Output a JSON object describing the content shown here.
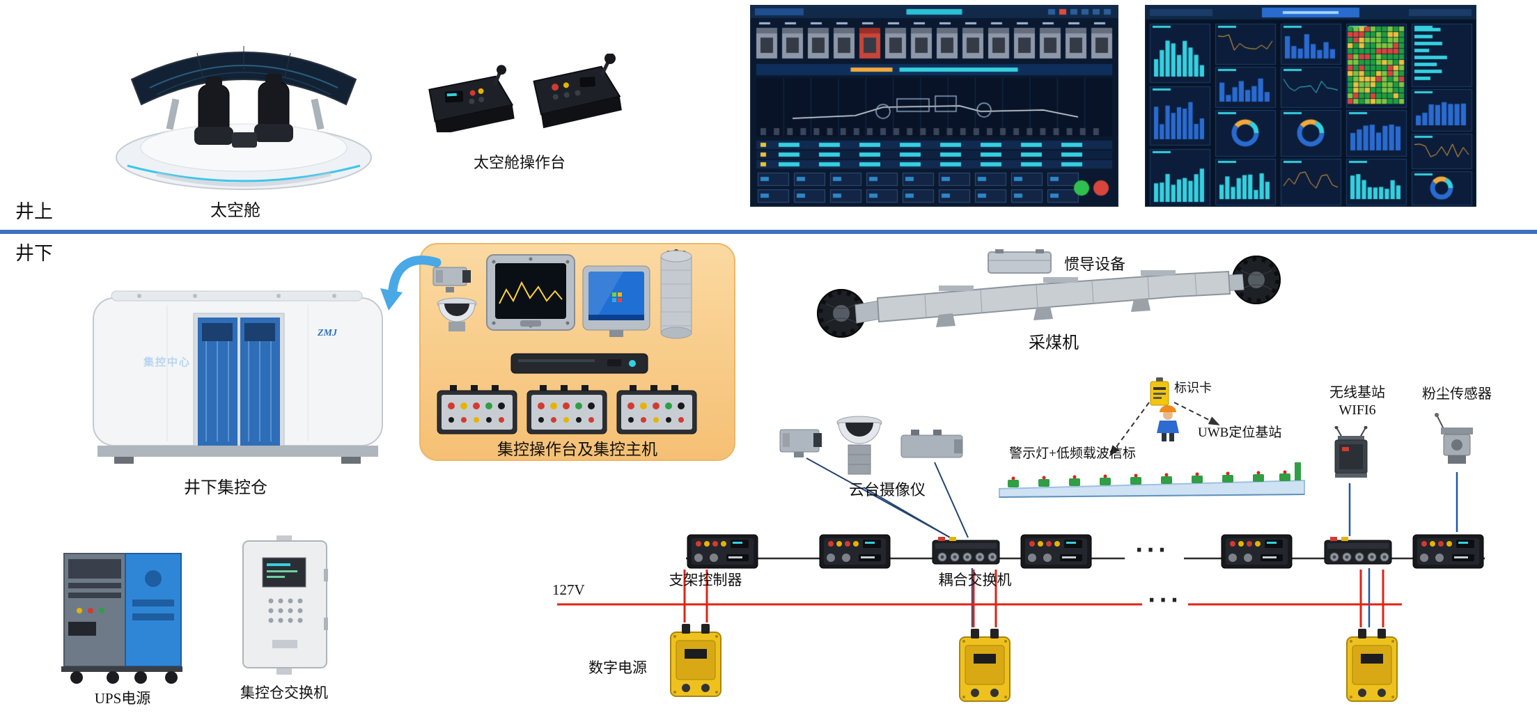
{
  "sections": {
    "surface": "井上",
    "underground": "井下"
  },
  "surface": {
    "capsule_label": "太空舱",
    "console_label": "太空舱操作台"
  },
  "cabin": {
    "label": "井下集控仓",
    "brand": "集控中心",
    "logo": "ZMJ"
  },
  "console_box": {
    "label": "集控操作台及集控主机"
  },
  "shearer": {
    "label": "采煤机",
    "inertial_label": "惯导设备"
  },
  "camera": {
    "label": "云台摄像仪"
  },
  "beacon": {
    "label": "警示灯+低频载波信标"
  },
  "tag": {
    "label": "标识卡"
  },
  "uwb": {
    "label": "UWB定位基站"
  },
  "wifi": {
    "line1": "无线基站",
    "line2": "WIFI6"
  },
  "dust": {
    "label": "粉尘传感器"
  },
  "row": {
    "support_label": "支架控制器",
    "coupler_label": "耦合交换机",
    "ellipsis": "···"
  },
  "power": {
    "voltage": "127V",
    "digital_label": "数字电源",
    "ellipsis": "···",
    "ups_label": "UPS电源",
    "switch_label": "集控仓交换机"
  },
  "colors": {
    "divider": "#3f6fc1",
    "power_line": "#e02314",
    "network_line": "#2b2b2b"
  }
}
